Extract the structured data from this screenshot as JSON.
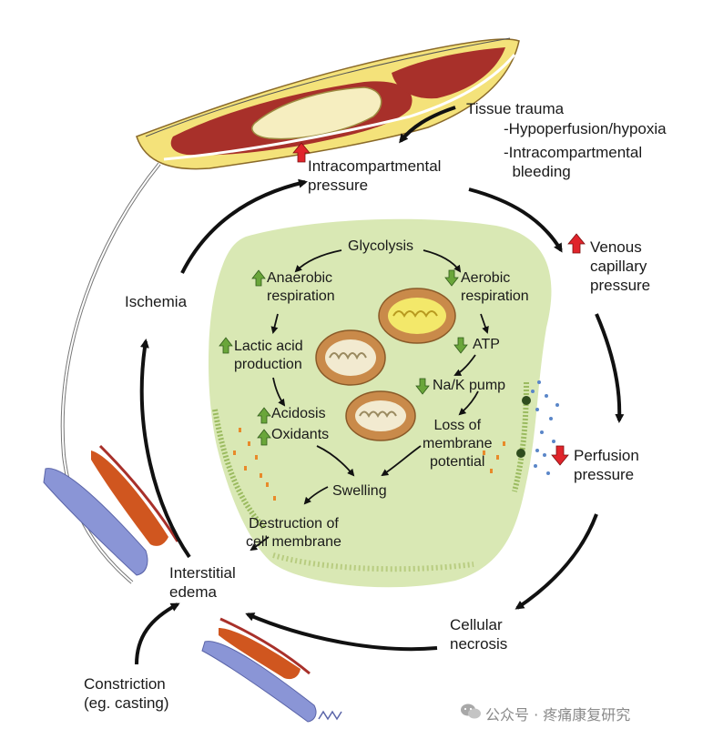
{
  "outer_cycle": {
    "intracompartmental_pressure": "Intracompartmental\npressure",
    "tissue_trauma": "Tissue trauma",
    "hypoperfusion": "-Hypoperfusion/hypoxia",
    "intracompartmental_bleeding": "-Intracompartmental\n  bleeding",
    "venous_capillary_pressure": "Venous\ncapillary\npressure",
    "perfusion_pressure": "Perfusion\npressure",
    "cellular_necrosis": "Cellular\nnecrosis",
    "interstitial_edema": "Interstitial\nedema",
    "constriction": "Constriction\n(eg. casting)",
    "ischemia": "Ischemia"
  },
  "cell": {
    "glycolysis": "Glycolysis",
    "anaerobic_respiration": "Anaerobic\nrespiration",
    "aerobic_respiration": "Aerobic\nrespiration",
    "lactic_acid": "Lactic acid\nproduction",
    "atp": "ATP",
    "na_k_pump": "Na/K pump",
    "acidosis": "Acidosis",
    "oxidants": "Oxidants",
    "loss_membrane_potential": "Loss of\nmembrane\npotential",
    "swelling": "Swelling",
    "destruction_cell_membrane": "Destruction of\ncell membrane"
  },
  "watermark": {
    "icon": "wechat-icon",
    "text": "公众号 · 疼痛康复研究"
  },
  "colors": {
    "arrow_up": "#e0242b",
    "arrow_down_green": "#6aa63a",
    "arrow_up_green": "#6aa63a",
    "cell_fill": "#d9e8b4",
    "mitochondria": "#c98a4a",
    "fascia_yellow": "#f4e27a",
    "muscle_red": "#a8302a",
    "vessel_blue": "#8a95d6"
  }
}
